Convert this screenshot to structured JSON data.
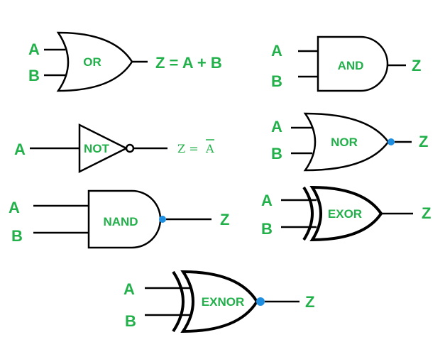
{
  "gates": {
    "or": {
      "name": "OR",
      "in_a": "A",
      "in_b": "B",
      "out": "Z = A + B"
    },
    "and": {
      "name": "AND",
      "in_a": "A",
      "in_b": "B",
      "out": "Z"
    },
    "not": {
      "name": "NOT",
      "in_a": "A",
      "out_lhs": "Z =",
      "out_rhs": "A"
    },
    "nor": {
      "name": "NOR",
      "in_a": "A",
      "in_b": "B",
      "out": "Z"
    },
    "nand": {
      "name": "NAND",
      "in_a": "A",
      "in_b": "B",
      "out": "Z"
    },
    "exor": {
      "name": "EXOR",
      "in_a": "A",
      "in_b": "B",
      "out": "Z"
    },
    "exnor": {
      "name": "EXNOR",
      "in_a": "A",
      "in_b": "B",
      "out": "Z"
    }
  },
  "colors": {
    "label": "#22b04a",
    "bubble": "#1e8fe0",
    "stroke": "#000000"
  }
}
